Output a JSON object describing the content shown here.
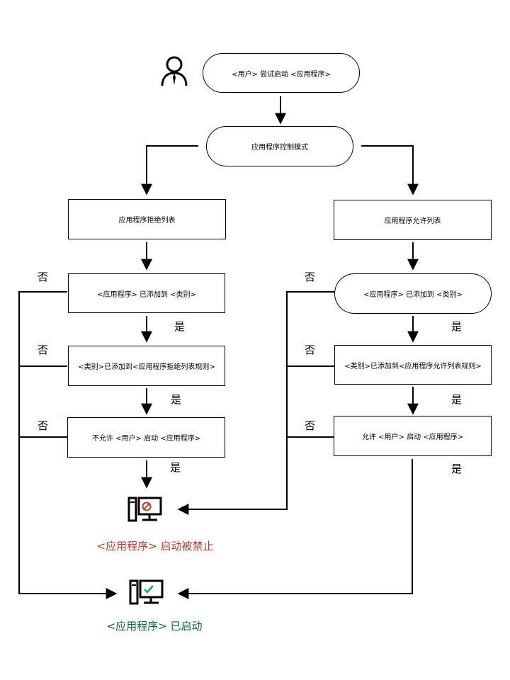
{
  "nodes": {
    "start": "<用户> 尝试启动 <应用程序>",
    "mode": "应用程序控制模式",
    "denylist": "应用程序拒绝列表",
    "allowlist": "应用程序允许列表",
    "deny_cat": "<应用程序> 已添加到 <类别>",
    "allow_cat": "<应用程序> 已添加到 <类别>",
    "deny_rule": "<类别>已添加到<应用程序拒绝列表规则>",
    "allow_rule": "<类别>已添加到<应用程序允许列表规则>",
    "deny_user": "不允许 <用户> 启动 <应用程序>",
    "allow_user": "允许 <用户> 启动 <应用程序>"
  },
  "labels": {
    "no": "否",
    "yes": "是"
  },
  "results": {
    "blocked": "<应用程序> 启动被禁止",
    "started": "<应用程序> 已启动"
  },
  "icons": {
    "user": "user-icon",
    "blocked": "computer-blocked-icon",
    "allowed": "computer-allowed-icon"
  },
  "colors": {
    "blocked_text": "#b03a2e",
    "started_text": "#0e5a56",
    "blocked_mark": "#c0392b",
    "allowed_mark": "#1a9a8a"
  }
}
